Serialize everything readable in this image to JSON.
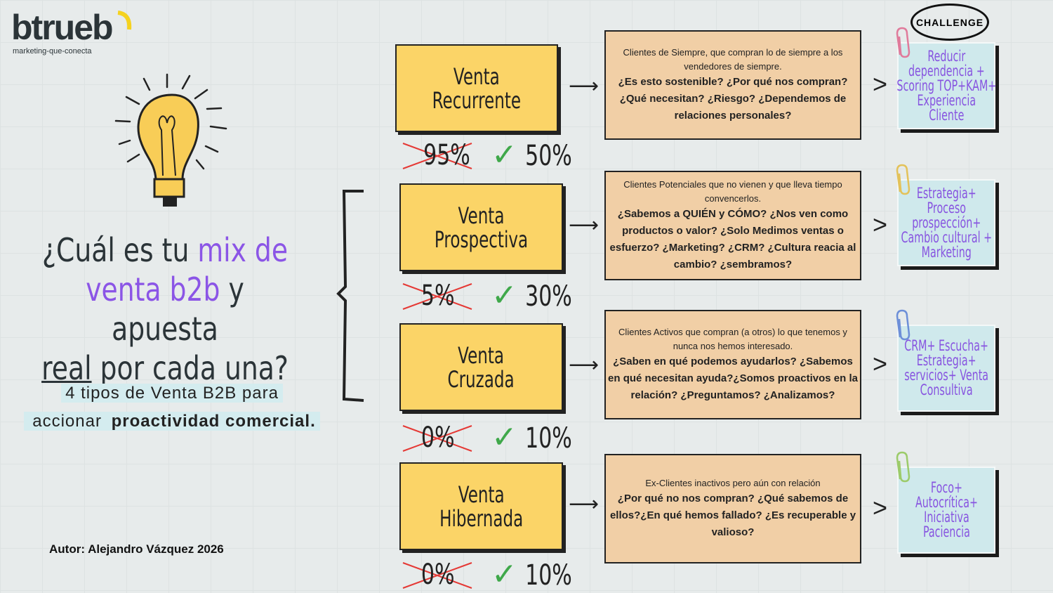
{
  "brand": {
    "name": "btrueb",
    "tagline": "marketing-que-conecta"
  },
  "title": {
    "line1a": "¿Cuál es tu ",
    "line1b": "mix de",
    "line2a": "venta b2b",
    "line2b": " y apuesta",
    "line3a": "real",
    "line3b": " por cada una?"
  },
  "subtitle": {
    "line1": "4 tipos de Venta B2B para",
    "line2a": "accionar ",
    "line2b": "proactividad comercial."
  },
  "author": "Autor: Alejandro Vázquez 2026",
  "challenge_label": "CHALLENGE",
  "colors": {
    "yellow": "#fbd467",
    "peach": "#f1cfa6",
    "note": "#cfe9ec",
    "purple": "#8b55e6",
    "check": "#3fa84a",
    "cross": "#e53935"
  },
  "rows": [
    {
      "type": "Venta\nRecurrente",
      "l1": "Venta",
      "l2": "Recurrente",
      "old_pct": "95%",
      "new_pct": "50%",
      "context": "Clientes de Siempre, que compran lo de siempre a los vendedores de siempre.",
      "questions": "¿Es esto sostenible? ¿Por qué nos compran? ¿Qué necesitan? ¿Riesgo? ¿Dependemos de relaciones personales?",
      "challenge": "Reducir\ndependencia +\nScoring TOP+KAM+\nExperiencia\nCliente"
    },
    {
      "l1": "Venta",
      "l2": "Prospectiva",
      "old_pct": "5%",
      "new_pct": "30%",
      "context": "Clientes Potenciales que no vienen y que lleva tiempo convencerlos.",
      "questions": "¿Sabemos a  QUIÉN y CÓMO? ¿Nos ven como productos o valor? ¿Solo Medimos ventas o esfuerzo? ¿Marketing? ¿CRM? ¿Cultura reacia al cambio? ¿sembramos?",
      "challenge": "Estrategia+\nProceso\nprospección+\nCambio cultural +\nMarketing"
    },
    {
      "l1": "Venta",
      "l2": "Cruzada",
      "old_pct": "0%",
      "new_pct": "10%",
      "context": "Clientes Activos que compran (a otros) lo que tenemos y nunca nos hemos interesado.",
      "questions": "¿Saben en qué podemos ayudarlos? ¿Sabemos en qué necesitan ayuda?¿Somos proactivos en la relación? ¿Preguntamos? ¿Analizamos?",
      "challenge": "CRM+ Escucha+\nEstrategia+\nservicios+ Venta\nConsultiva"
    },
    {
      "l1": "Venta",
      "l2": "Hibernada",
      "old_pct": "0%",
      "new_pct": "10%",
      "context": "Ex-Clientes inactivos pero aún con relación",
      "questions": "¿Por qué no nos compran? ¿Qué sabemos de ellos?¿En qué hemos fallado? ¿Es recuperable y valioso?",
      "challenge": "Foco+\nAutocrítica+\nIniciativa\nPaciencia"
    }
  ]
}
